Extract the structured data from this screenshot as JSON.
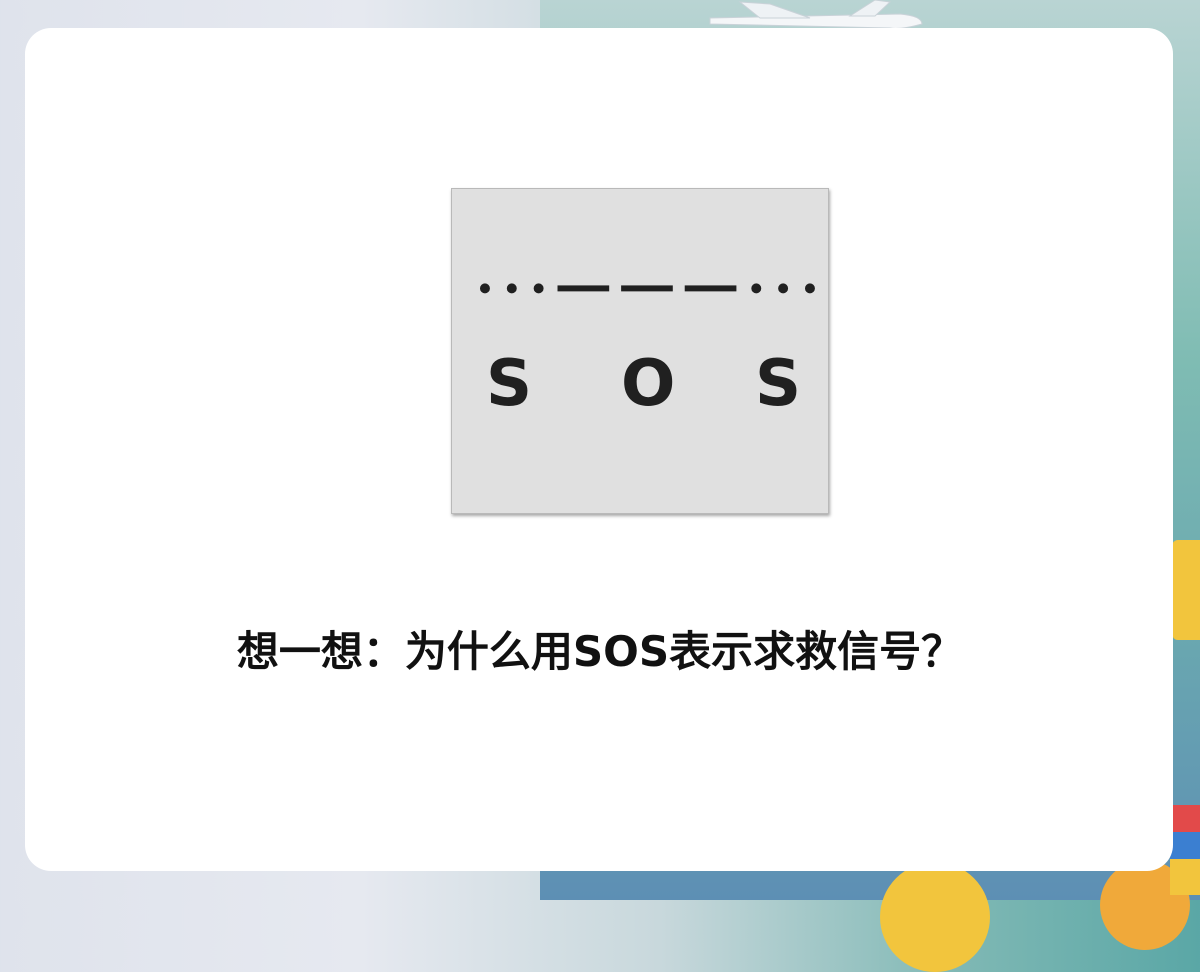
{
  "morse": {
    "sequence": [
      "dot",
      "dot",
      "dot",
      "dash",
      "dash",
      "dash",
      "dot",
      "dot",
      "dot"
    ],
    "letters": [
      "S",
      "O",
      "S"
    ]
  },
  "question": "想一想：为什么用SOS表示求救信号？",
  "colors": {
    "card_background": "#e0e0e0",
    "morse_ink": "#202020",
    "slide_background": "#ffffff",
    "question_text": "#111111"
  }
}
